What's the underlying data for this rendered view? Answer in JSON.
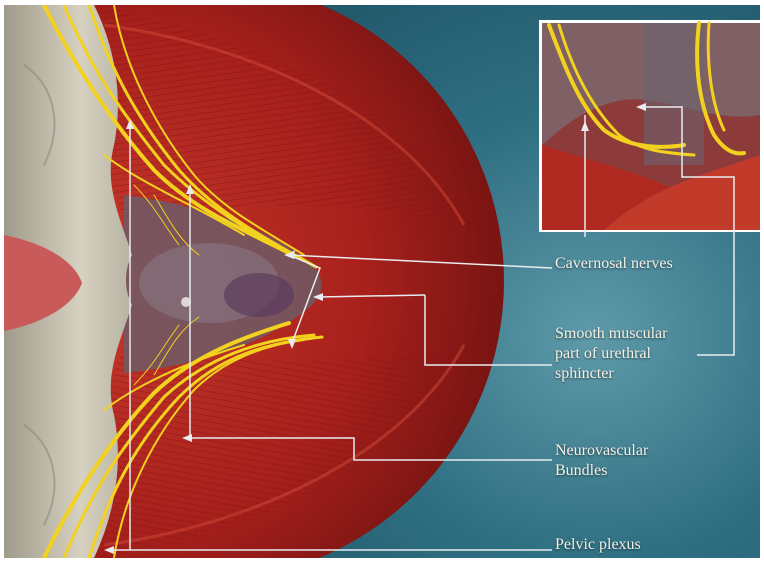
{
  "colors": {
    "background": "#2f6f82",
    "muscle": "#b0231f",
    "nerve": "#f2d21e",
    "bone": "#c9c4b4",
    "leader_line": "#e8ecf0"
  },
  "labels": {
    "cavernosal_nerves": "Cavernosal nerves",
    "smooth_muscular": [
      "Smooth muscular",
      "part of urethral",
      "sphincter"
    ],
    "neurovascular": [
      "Neurovascular",
      "Bundles"
    ],
    "pelvic_plexus": "Pelvic plexus"
  },
  "inset": {
    "description_icon": "zoom-inset-image"
  }
}
